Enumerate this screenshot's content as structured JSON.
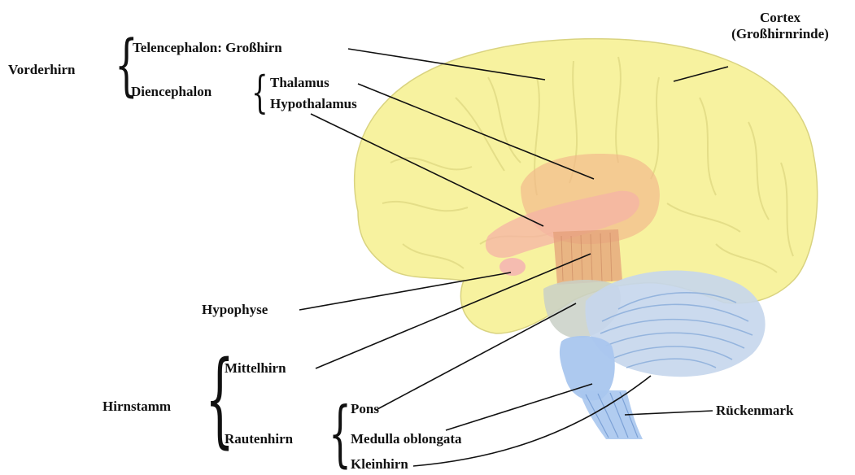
{
  "labels": {
    "vorderhirn": "Vorderhirn",
    "telencephalon": "Telencephalon: Großhirn",
    "diencephalon": "Diencephalon",
    "thalamus": "Thalamus",
    "hypothalamus": "Hypothalamus",
    "cortex_line1": "Cortex",
    "cortex_line2": "(Großhirnrinde)",
    "hypophyse": "Hypophyse",
    "mittelhirn": "Mittelhirn",
    "hirnstamm": "Hirnstamm",
    "pons": "Pons",
    "rautenhirn": "Rautenhirn",
    "medulla": "Medulla oblongata",
    "kleinhirn": "Kleinhirn",
    "rueckenmark": "Rückenmark"
  },
  "colors": {
    "cerebrum": "#f7f29a",
    "diencephalon": "#f2b58c",
    "hypothalamus": "#f5b3a6",
    "midbrain": "#e4a07a",
    "pons": "#c9d0c7",
    "cerebellum": "#c5d6ec",
    "brainstem": "#a9c6ee",
    "leader_line": "#111111"
  }
}
